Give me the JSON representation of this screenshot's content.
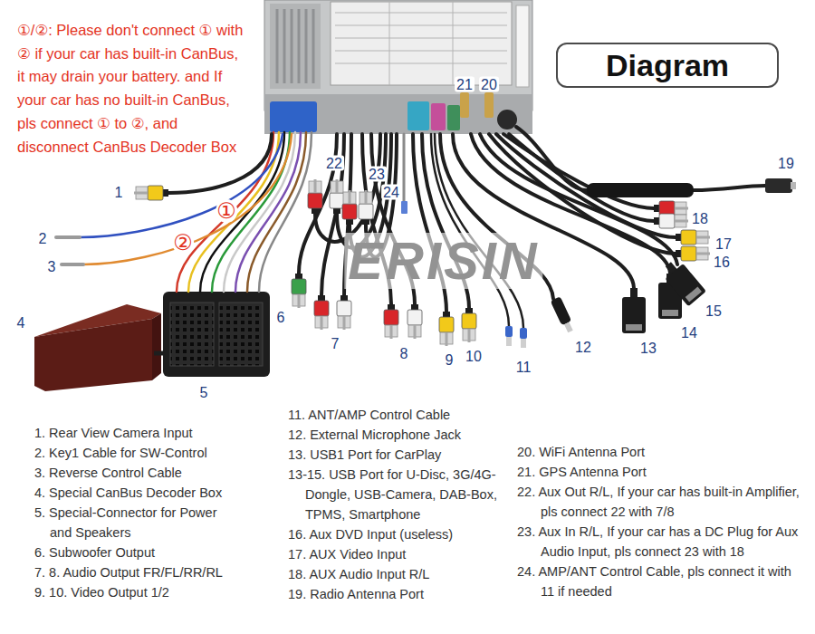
{
  "diagram": {
    "title": "Diagram",
    "labels": [
      "①/②: Please don't connect ① with ② if your car has built-in CanBus, it may drain your battery. and If your car has no built-in CanBus, pls connect ① to ②, and disconnect CanBus Decoder Box",
      "1",
      "2",
      "3",
      "4",
      "5",
      "6",
      "7",
      "8",
      "9",
      "10",
      "11",
      "12",
      "13",
      "14",
      "15",
      "16",
      "17",
      "18",
      "19",
      "20",
      "21",
      "22",
      "23",
      "24",
      "①",
      "②",
      "ERISIN",
      "1. Rear View Camera Input",
      "2. Key1 Cable for SW-Control",
      "3. Reverse Control Cable",
      "4. Special CanBus Decoder Box",
      "5. Special-Connector for Power and Speakers",
      "6. Subwoofer Output",
      "7. 8. Audio Output FR/FL/RR/RL",
      "9. 10. Video Output 1/2",
      "11. ANT/AMP Control Cable",
      "12. External Microphone Jack",
      "13. USB1 Port for CarPlay",
      "13-15. USB Port for U-Disc, 3G/4G-Dongle, USB-Camera, DAB-Box, TPMS, Smartphone",
      "16. Aux DVD Input (useless)",
      "17. AUX Video Input",
      "18. AUX Audio Input R/L",
      "19. Radio Antenna Port",
      "20. WiFi Antenna Port",
      "21. GPS Antenna Port",
      "22. Aux Out R/L, If your car has built-in Amplifier, pls connect 22 with 7/8",
      "23. Aux In R/L, If your car has a DC Plug for Aux Audio Input, pls connect 23 with 18",
      "24. AMP/ANT Control Cable, pls connect it with 11 if needed"
    ]
  }
}
